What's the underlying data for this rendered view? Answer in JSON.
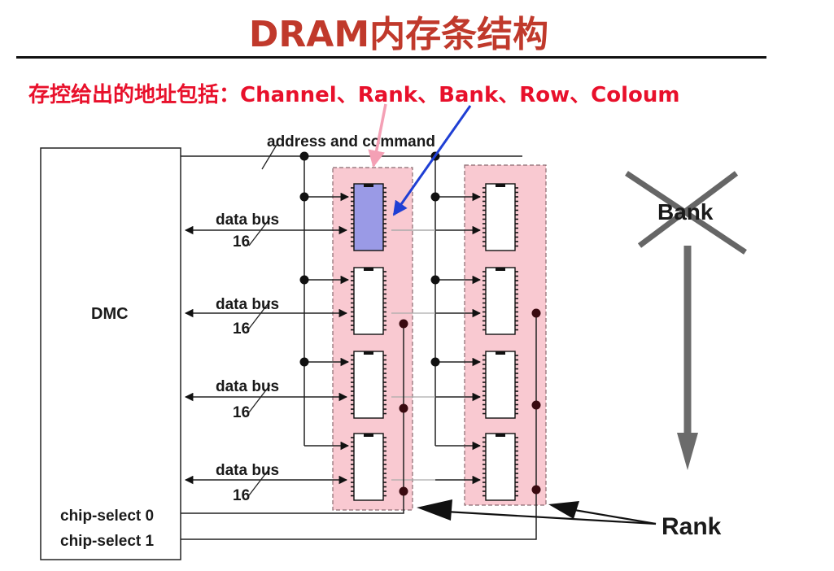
{
  "title": "DRAM内存条结构",
  "subtitle": "存控给出的地址包括：Channel、Rank、Bank、Row、Coloum",
  "labels": {
    "address_command": "address and command",
    "dmc": "DMC",
    "data_bus": "data bus",
    "bus_width": "16",
    "chip_select_0": "chip-select 0",
    "chip_select_1": "chip-select 1",
    "bank": "Bank",
    "rank": "Rank"
  },
  "colors": {
    "title": "#c0392b",
    "subtitle": "#e8102b",
    "rank_fill": "#f9c9d1",
    "highlight_chip": "#9a9ae6",
    "pink_arrow": "#f4a0b5",
    "blue_arrow": "#1f3fd4",
    "gray_arrow": "#6b6b6b"
  }
}
